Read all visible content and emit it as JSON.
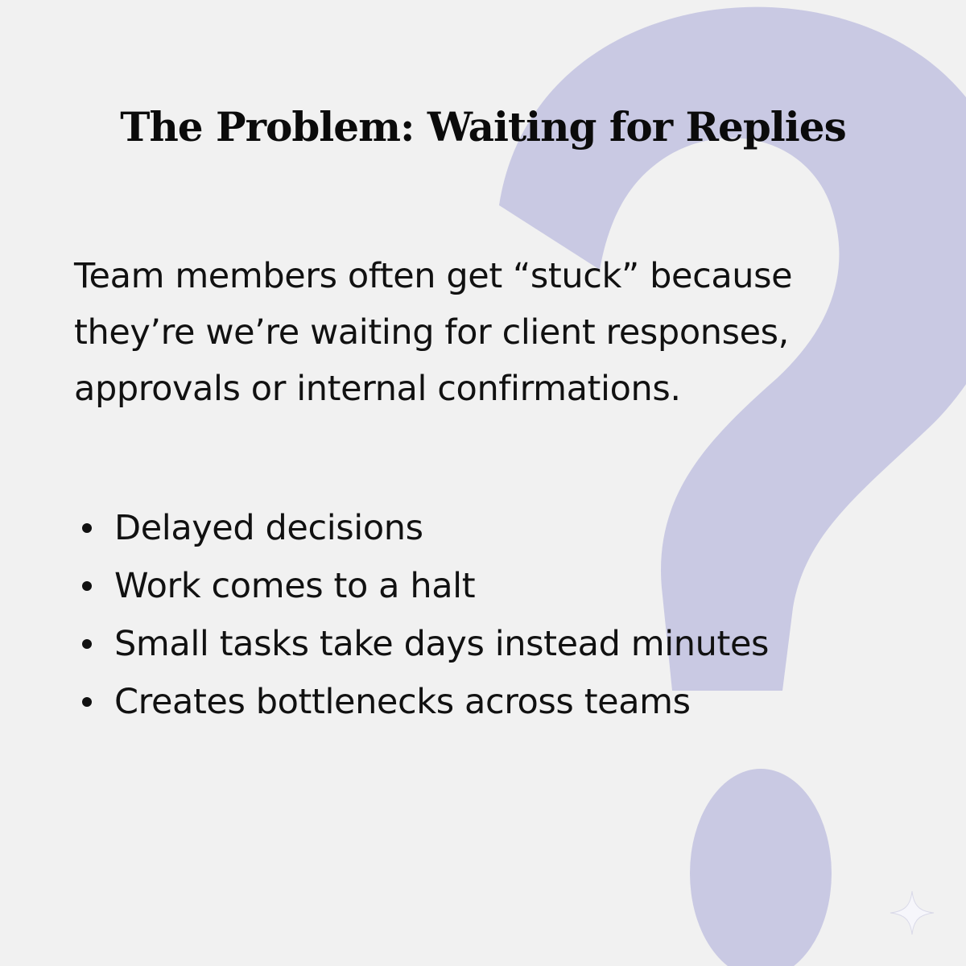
{
  "title": "The Problem: Waiting for Replies",
  "paragraph": "Team members often get “stuck” because they’re we’re waiting for client responses, approvals or internal confirmations.",
  "bullets": [
    "Delayed decisions",
    "Work comes to a halt",
    "Small tasks take days instead minutes",
    "Creates bottlenecks across teams"
  ],
  "decor": {
    "background_icon": "question-mark-icon",
    "corner_icon": "sparkle-icon"
  },
  "colors": {
    "background": "#f1f1f1",
    "question_mark": "#c9c9e3",
    "text": "#0d0d0d"
  }
}
